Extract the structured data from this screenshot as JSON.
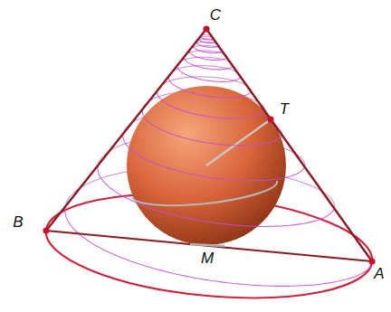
{
  "diagram": {
    "labels": [
      "C",
      "T",
      "B",
      "A",
      "M"
    ]
  }
}
